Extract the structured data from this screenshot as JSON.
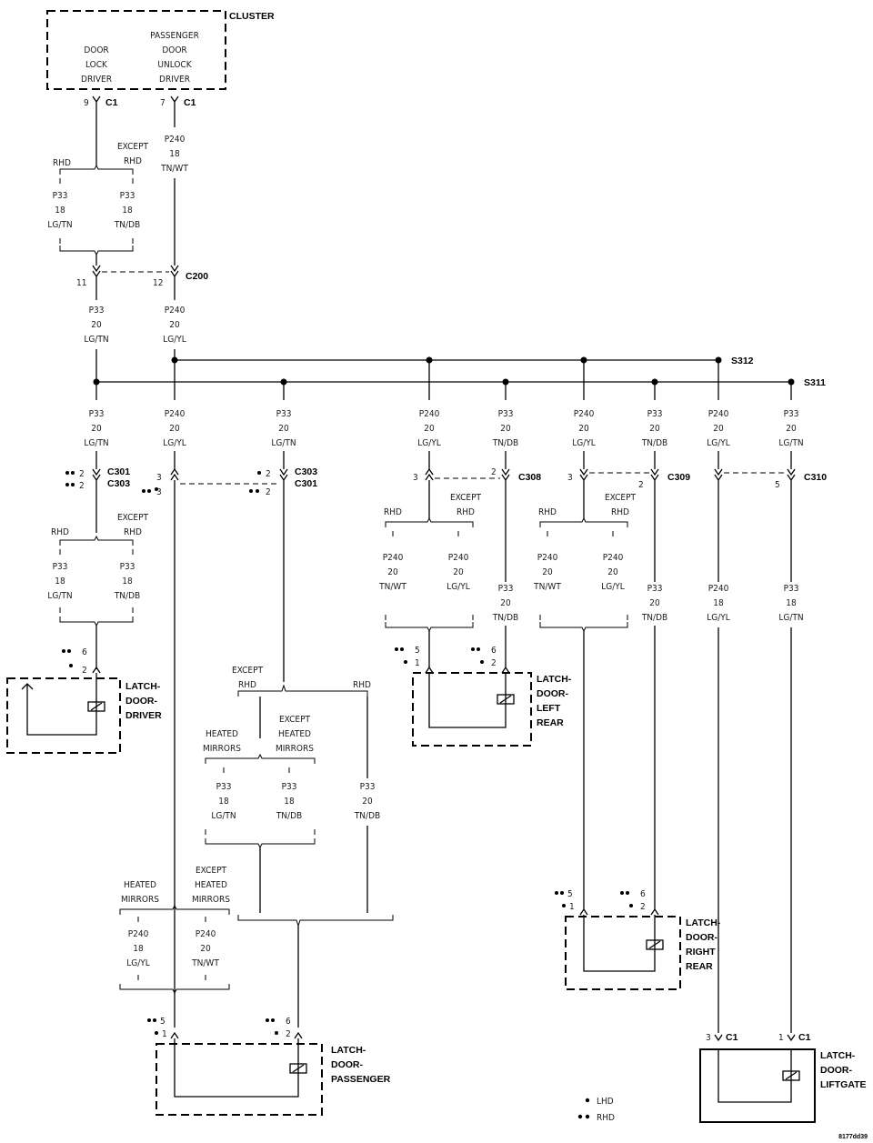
{
  "components": {
    "cluster": "CLUSTER",
    "door_lock_driver": [
      "DOOR",
      "LOCK",
      "DRIVER"
    ],
    "passenger_door_unlock_driver": [
      "PASSENGER",
      "DOOR",
      "UNLOCK",
      "DRIVER"
    ],
    "latch_driver": [
      "LATCH-",
      "DOOR-",
      "DRIVER"
    ],
    "latch_passenger": [
      "LATCH-",
      "DOOR-",
      "PASSENGER"
    ],
    "latch_left_rear": [
      "LATCH-",
      "DOOR-",
      "LEFT",
      "REAR"
    ],
    "latch_right_rear": [
      "LATCH-",
      "DOOR-",
      "RIGHT",
      "REAR"
    ],
    "latch_liftgate": [
      "LATCH-",
      "DOOR-",
      "LIFTGATE"
    ]
  },
  "connectors": {
    "c1": "C1",
    "c200": "C200",
    "c301": "C301",
    "c303": "C303",
    "c308": "C308",
    "c309": "C309",
    "c310": "C310"
  },
  "splices": {
    "s312": "S312",
    "s311": "S311"
  },
  "options": {
    "rhd": "RHD",
    "except": "EXCEPT",
    "except_rhd": [
      "EXCEPT",
      "RHD"
    ],
    "heated_mirrors": [
      "HEATED",
      "MIRRORS"
    ],
    "except_heated_mirrors": [
      "EXCEPT",
      "HEATED",
      "MIRRORS"
    ]
  },
  "pins": {
    "p9": "9",
    "p7": "7",
    "p11": "11",
    "p12": "12",
    "p2": "2",
    "p3": "3",
    "p5": "5",
    "p6": "6",
    "p1": "1"
  },
  "wires": {
    "p33_18_lgtn": [
      "P33",
      "18",
      "LG/TN"
    ],
    "p33_18_tndb": [
      "P33",
      "18",
      "TN/DB"
    ],
    "p33_20_lgtn": [
      "P33",
      "20",
      "LG/TN"
    ],
    "p33_20_tndb": [
      "P33",
      "20",
      "TN/DB"
    ],
    "p240_18_tnwt": [
      "P240",
      "18",
      "TN/WT"
    ],
    "p240_20_lgyl": [
      "P240",
      "20",
      "LG/YL"
    ],
    "p240_20_tnwt": [
      "P240",
      "20",
      "TN/WT"
    ],
    "p240_18_lgyl": [
      "P240",
      "18",
      "LG/YL"
    ]
  },
  "legend": {
    "lhd": "LHD",
    "rhd": "RHD"
  },
  "figure_id": "8177dd39"
}
